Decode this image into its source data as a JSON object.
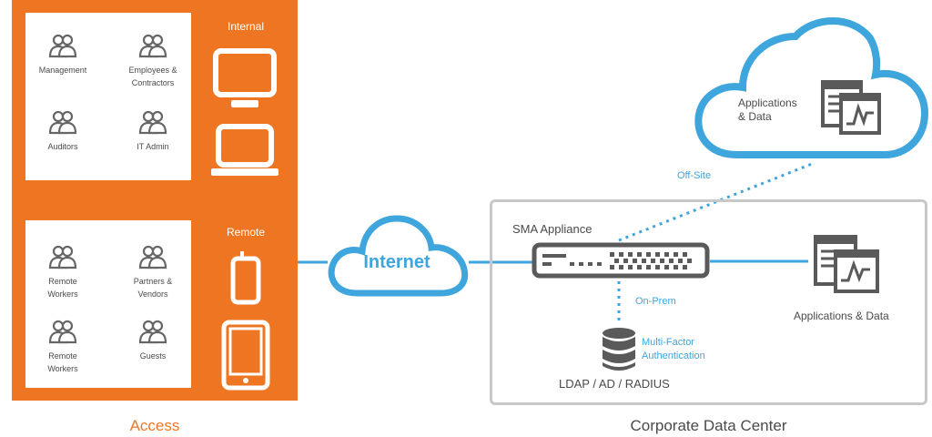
{
  "access_panel": {
    "groups_top": [
      {
        "label": "Management",
        "icon": "users-icon"
      },
      {
        "label": "Employees &\nContractors",
        "icon": "users-icon"
      },
      {
        "label": "Auditors",
        "icon": "users-icon"
      },
      {
        "label": "IT Admin",
        "icon": "users-icon"
      }
    ],
    "groups_bottom": [
      {
        "label": "Remote\nWorkers",
        "icon": "users-icon"
      },
      {
        "label": "Partners &\nVendors",
        "icon": "users-icon"
      },
      {
        "label": "Remote\nWorkers",
        "icon": "users-icon"
      },
      {
        "label": "Guests",
        "icon": "users-icon"
      }
    ],
    "internal_label": "Internal",
    "remote_label": "Remote",
    "internal_devices": [
      "monitor-icon",
      "laptop-icon"
    ],
    "remote_devices": [
      "phone-icon",
      "tablet-icon"
    ],
    "caption": "Access"
  },
  "internet": {
    "label": "Internet",
    "icon": "cloud-icon"
  },
  "offsite": {
    "label": "Applications\n& Data",
    "link_label": "Off-Site",
    "icon": "applications-icon"
  },
  "data_center": {
    "caption": "Corporate Data Center",
    "appliance_label": "SMA Appliance",
    "onprem_label": "On-Prem",
    "mfa_label": "Multi-Factor\nAuthentication",
    "directory_label": "LDAP / AD / RADIUS",
    "apps_label": "Applications & Data"
  },
  "colors": {
    "orange": "#ee7623",
    "blue": "#3ea5dd",
    "gray": "#4a4a4a",
    "border_gray": "#c8c8c8"
  }
}
